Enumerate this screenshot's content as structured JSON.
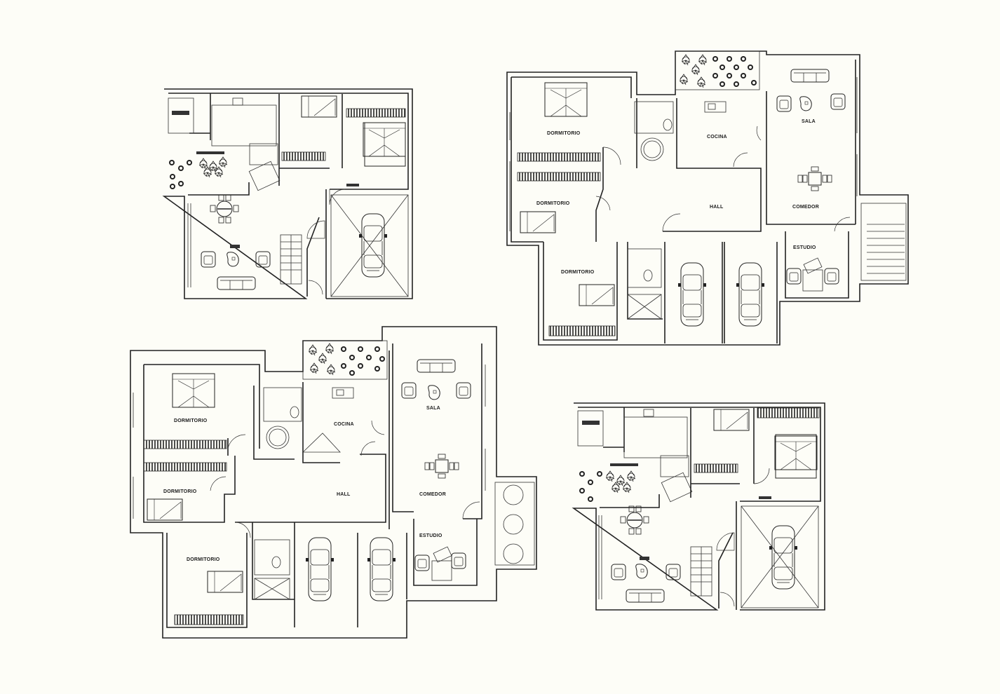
{
  "plans": [
    {
      "id": "plan-top-right",
      "labels": {
        "dormitorio_1": "DORMITORIO",
        "dormitorio_2": "DORMITORIO",
        "dormitorio_3": "DORMITORIO",
        "cocina": "COCINA",
        "sala": "SALA",
        "comedor": "COMEDOR",
        "hall": "HALL",
        "estudio": "ESTUDIO"
      }
    },
    {
      "id": "plan-bottom-left",
      "labels": {
        "dormitorio_1": "DORMITORIO",
        "dormitorio_2": "DORMITORIO",
        "dormitorio_3": "DORMITORIO",
        "cocina": "COCINA",
        "sala": "SALA",
        "comedor": "COMEDOR",
        "hall": "HALL",
        "estudio": "ESTUDIO"
      }
    }
  ],
  "colors": {
    "line": "#222222",
    "background": "#fdfdf7"
  }
}
